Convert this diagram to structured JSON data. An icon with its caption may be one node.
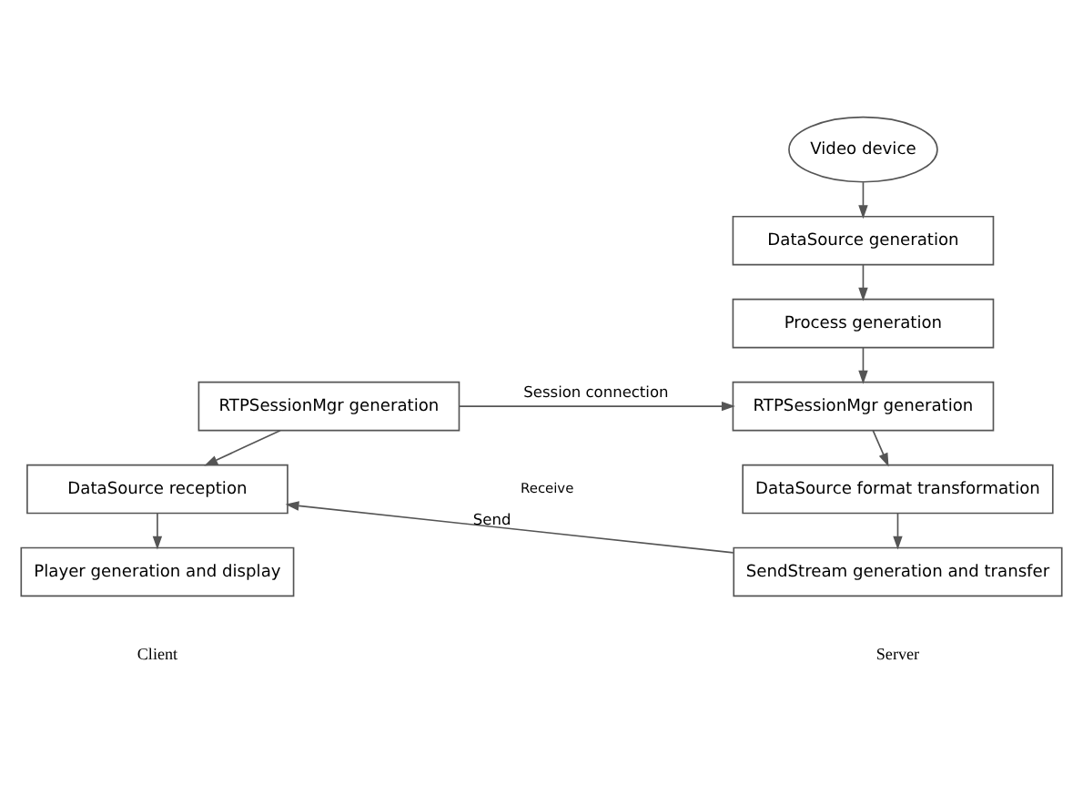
{
  "diagram": {
    "nodes": [
      {
        "text": [
          "Video device"
        ]
      },
      {
        "text": [
          "DataSource generation"
        ]
      },
      {
        "text": [
          "Process generation"
        ]
      },
      {
        "text": [
          "RTPSessionMgr generation"
        ]
      },
      {
        "text": [
          "DataSource format transformation"
        ]
      },
      {
        "text": [
          "SendStream generation and transfer"
        ]
      },
      {
        "text": [
          "RTPSessionMgr generation"
        ]
      },
      {
        "text": [
          "DataSource reception"
        ]
      },
      {
        "text": [
          "Player generation and display"
        ]
      }
    ],
    "edges": [
      {
        "from": 0,
        "to": 1,
        "arrow": "to"
      },
      {
        "from": 1,
        "to": 2,
        "arrow": "to"
      },
      {
        "from": 2,
        "to": 3,
        "arrow": "to"
      },
      {
        "from": 3,
        "to": 4,
        "arrow": "to"
      },
      {
        "from": 4,
        "to": 5,
        "arrow": "to"
      },
      {
        "from": 6,
        "to": 3,
        "arrow": "to",
        "label": "Session connection"
      },
      {
        "from": 6,
        "to": 7,
        "arrow": "to"
      },
      {
        "from": 7,
        "to": 8,
        "arrow": "to"
      },
      {
        "from": 5,
        "to": 7,
        "arrow": "to",
        "label": "Send"
      }
    ],
    "labels": [
      "Receive",
      "Client",
      "Server"
    ]
  }
}
